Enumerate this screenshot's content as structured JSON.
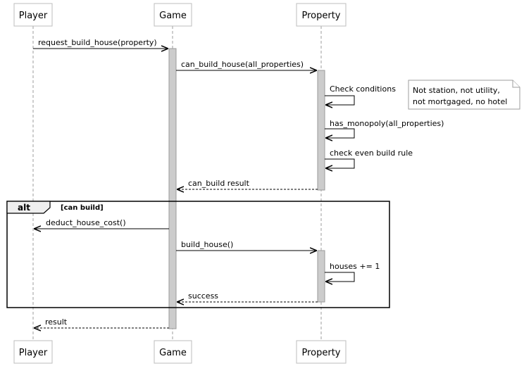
{
  "participants": [
    "Player",
    "Game",
    "Property"
  ],
  "messages": {
    "m1": "request_build_house(property)",
    "m2": "can_build_house(all_properties)",
    "m3": "Check conditions",
    "m4": "has_monopoly(all_properties)",
    "m5": "check even build rule",
    "m6": "can_build result",
    "m7": "deduct_house_cost()",
    "m8": "build_house()",
    "m9": "houses += 1",
    "m10": "success",
    "m11": "result"
  },
  "note": {
    "line1": "Not station, not utility,",
    "line2": "not mortgaged, no hotel"
  },
  "frame": {
    "keyword": "alt",
    "guard": "[can build]"
  }
}
